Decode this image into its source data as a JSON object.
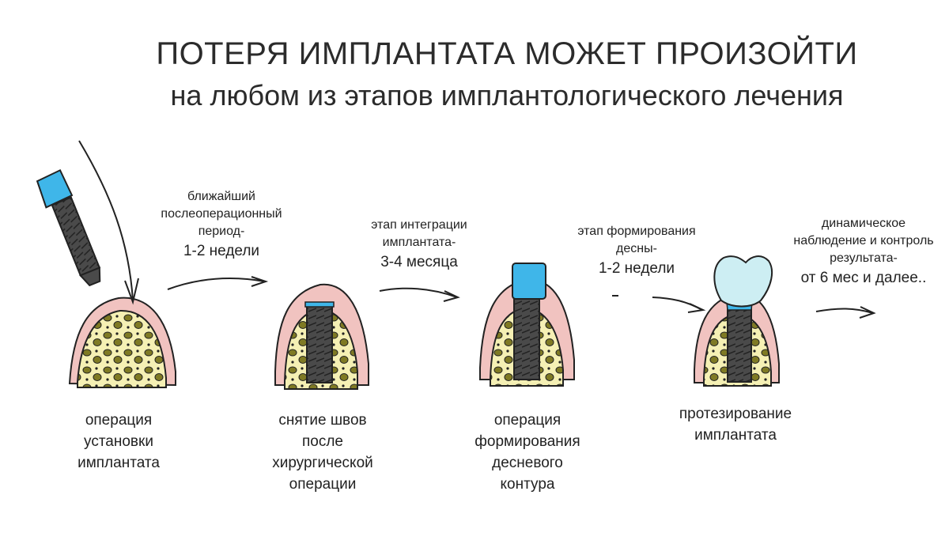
{
  "header": {
    "title": "ПОТЕРЯ ИМПЛАНТАТА МОЖЕТ ПРОИЗОЙТИ",
    "subtitle": "на любом из этапов имплантологического лечения"
  },
  "stages": [
    {
      "caption": "операция установки имплантата"
    },
    {
      "caption": "снятие швов после хирургической операции"
    },
    {
      "caption": "операция формирования десневого контура"
    },
    {
      "caption": "протезирование имплантата"
    }
  ],
  "transitions": [
    {
      "label": "ближайший послеоперационный период-",
      "duration": "1-2 недели"
    },
    {
      "label": "этап интеграции имплантата-",
      "duration": "3-4 месяца"
    },
    {
      "label": "этап формирования десны-",
      "duration": "1-2 недели"
    },
    {
      "label": "динамическое наблюдение и контроль результата-",
      "duration": "от 6 мес  и далее.."
    }
  ],
  "colors": {
    "gum": "#f1c3c0",
    "bone": "#f5f0b4",
    "bone_granule": "#7f7a24",
    "implant": "#4a4a4a",
    "abutment": "#3fb6e9",
    "crown": "#cdeef3"
  }
}
